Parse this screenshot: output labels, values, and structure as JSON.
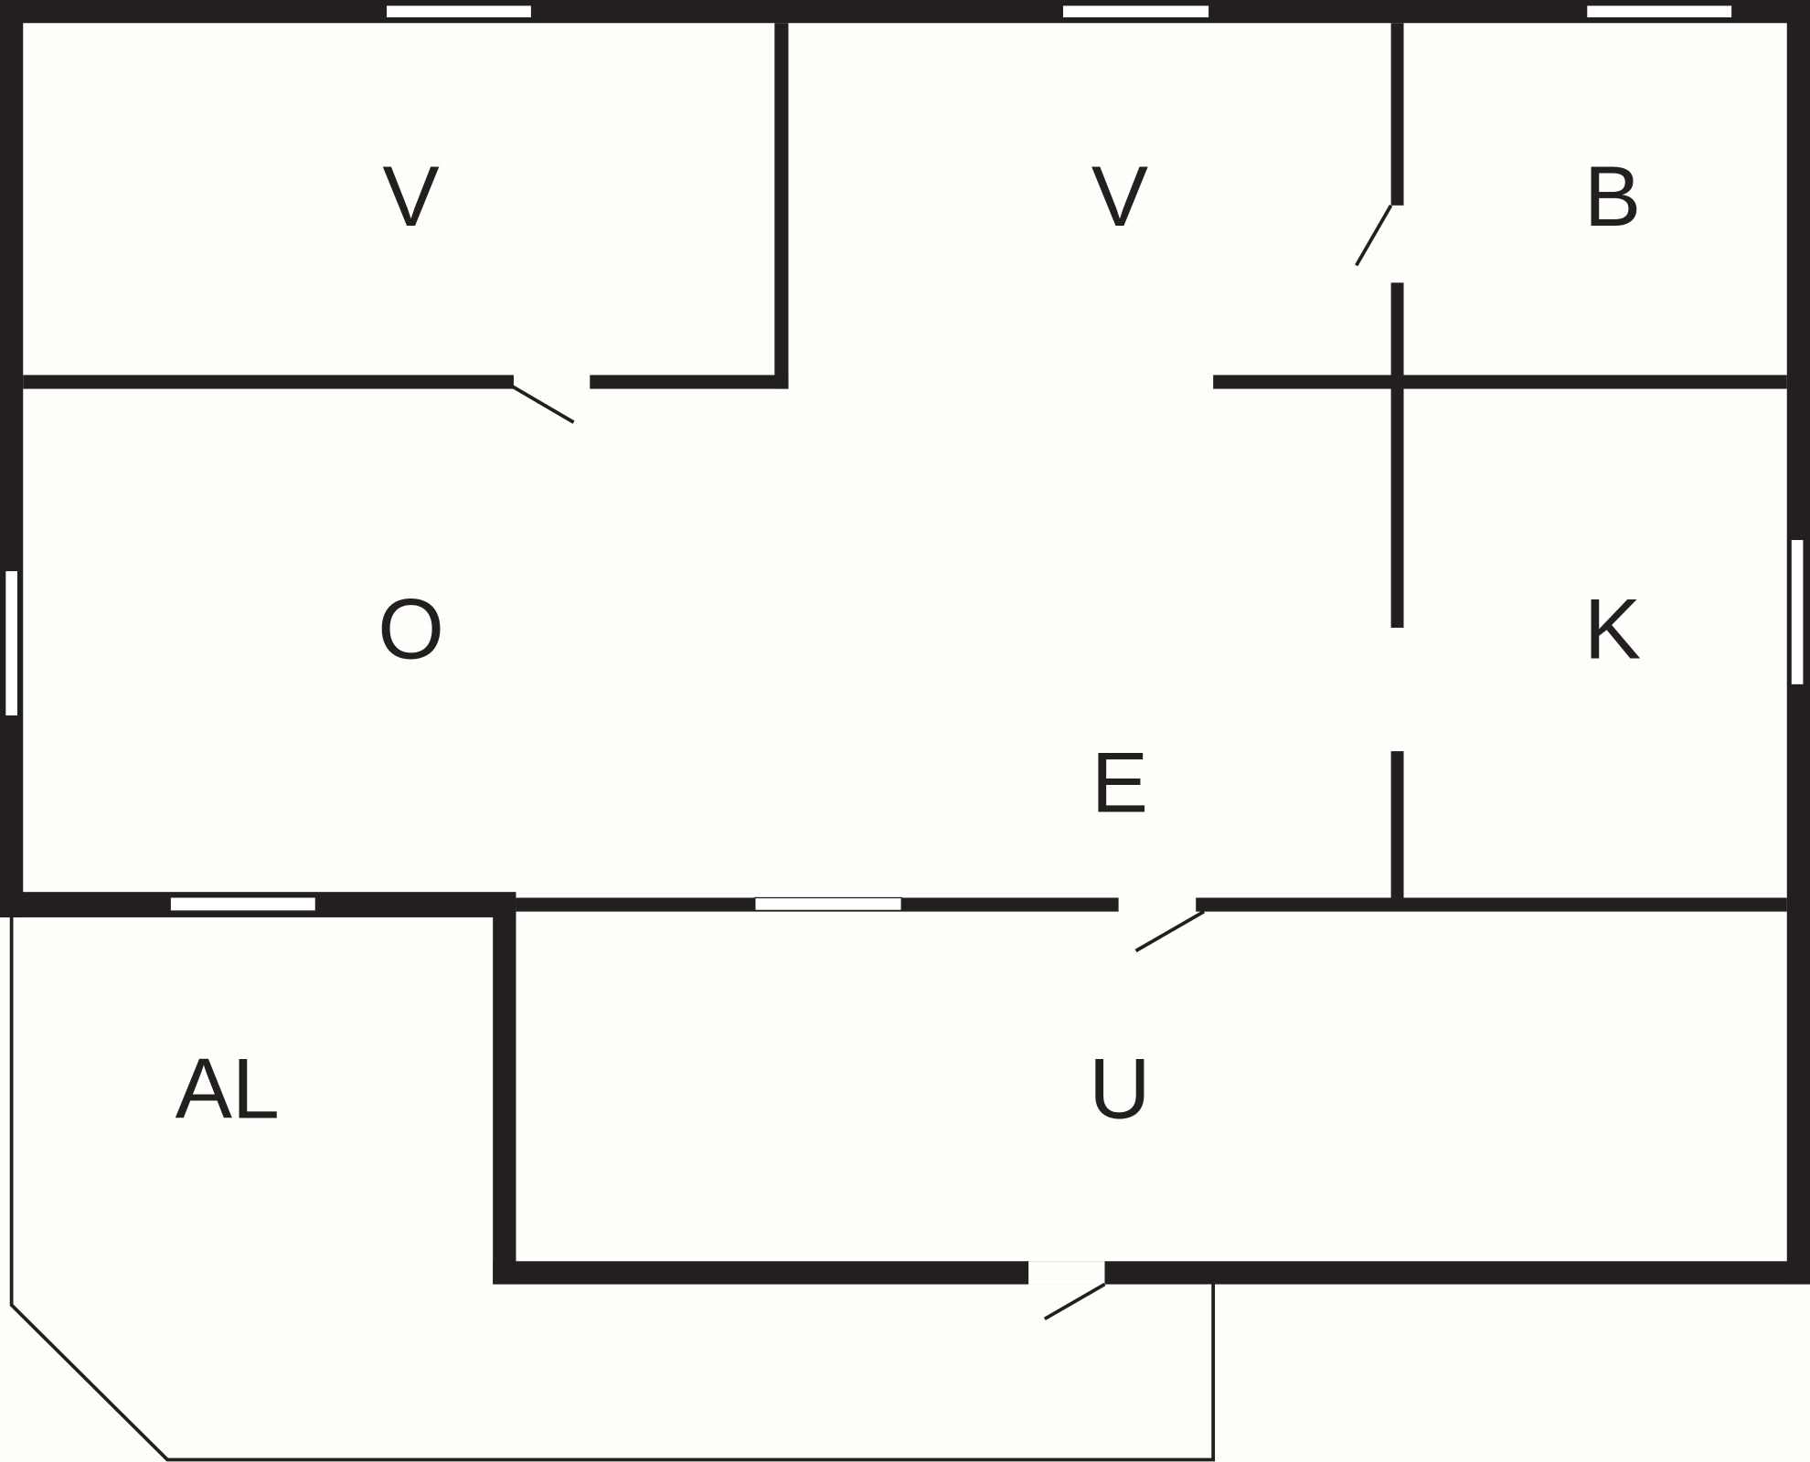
{
  "colors": {
    "wall": "#231f20",
    "floor": "#fefefa",
    "window": "#ffffff"
  },
  "rooms": [
    {
      "id": "room-v-left",
      "label": "V"
    },
    {
      "id": "room-v-middle",
      "label": "V"
    },
    {
      "id": "room-b",
      "label": "B"
    },
    {
      "id": "room-o",
      "label": "O"
    },
    {
      "id": "room-k",
      "label": "K"
    },
    {
      "id": "room-e",
      "label": "E"
    },
    {
      "id": "room-al",
      "label": "AL"
    },
    {
      "id": "room-u",
      "label": "U"
    }
  ]
}
